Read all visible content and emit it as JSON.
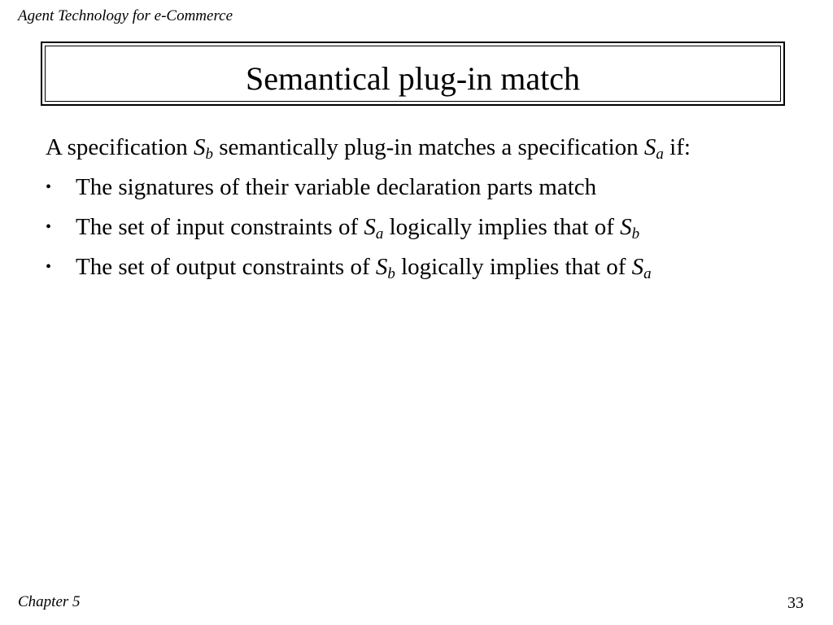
{
  "header": {
    "course_title": "Agent Technology for e-Commerce"
  },
  "slide": {
    "title": "Semantical plug-in match",
    "intro": {
      "pre": "A specification ",
      "sym1": {
        "base": "S",
        "sub": "b"
      },
      "mid": " semantically plug-in matches a specification ",
      "sym2": {
        "base": "S",
        "sub": "a"
      },
      "post": " if:"
    },
    "bullets": [
      {
        "marker": "•",
        "text": "The signatures of their variable declaration parts match"
      },
      {
        "marker": "•",
        "pre": "The set of input constraints of ",
        "sym1": {
          "base": "S",
          "sub": "a"
        },
        "mid": " logically implies that of ",
        "sym2": {
          "base": "S",
          "sub": "b"
        }
      },
      {
        "marker": "•",
        "pre": "The set of output constraints of ",
        "sym1": {
          "base": "S",
          "sub": "b"
        },
        "mid": " logically implies that of ",
        "sym2": {
          "base": "S",
          "sub": "a"
        }
      }
    ]
  },
  "footer": {
    "chapter": "Chapter 5",
    "page_number": "33"
  }
}
